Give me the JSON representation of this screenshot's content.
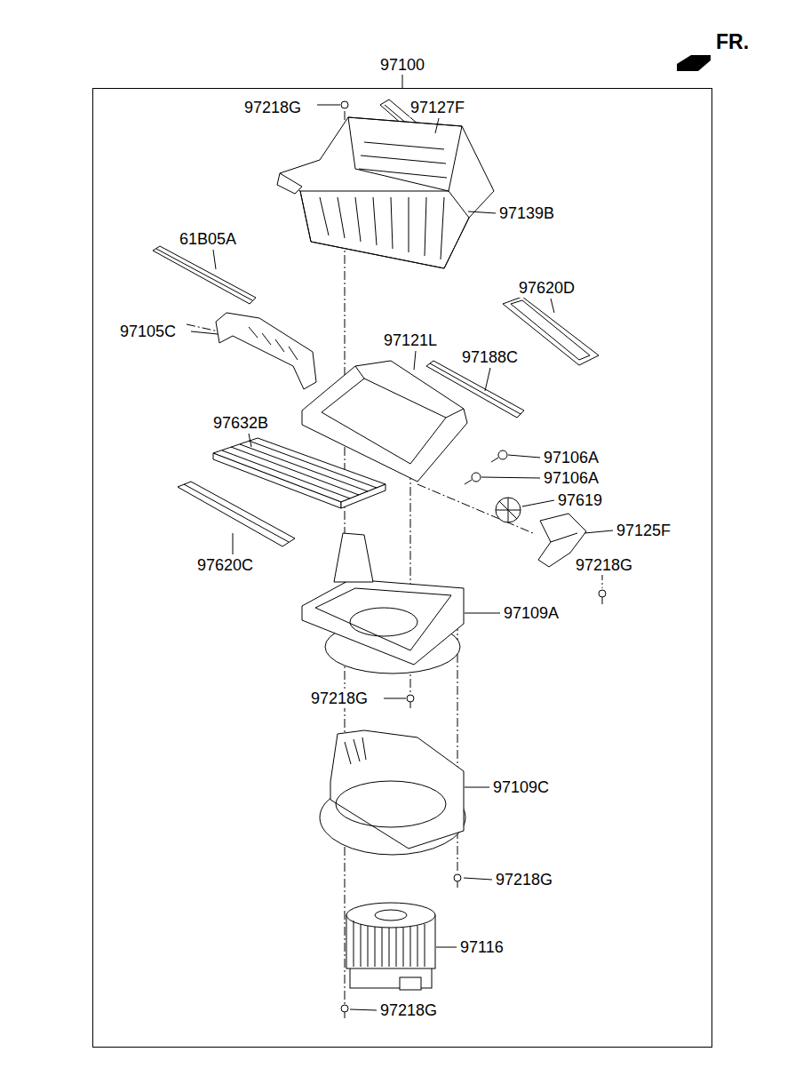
{
  "diagram": {
    "nodes": [
      {
        "text": [
          "97100"
        ]
      }
    ],
    "labels": [
      "FR.",
      "97218G",
      "97127F",
      "97139B",
      "61B05A",
      "97620D",
      "97105C",
      "97121L",
      "97188C",
      "97632B",
      "97106A",
      "97106A",
      "97619",
      "97125F",
      "97620C",
      "97218G",
      "97109A",
      "97218G",
      "97109C",
      "97218G",
      "97116",
      "97218G"
    ]
  }
}
